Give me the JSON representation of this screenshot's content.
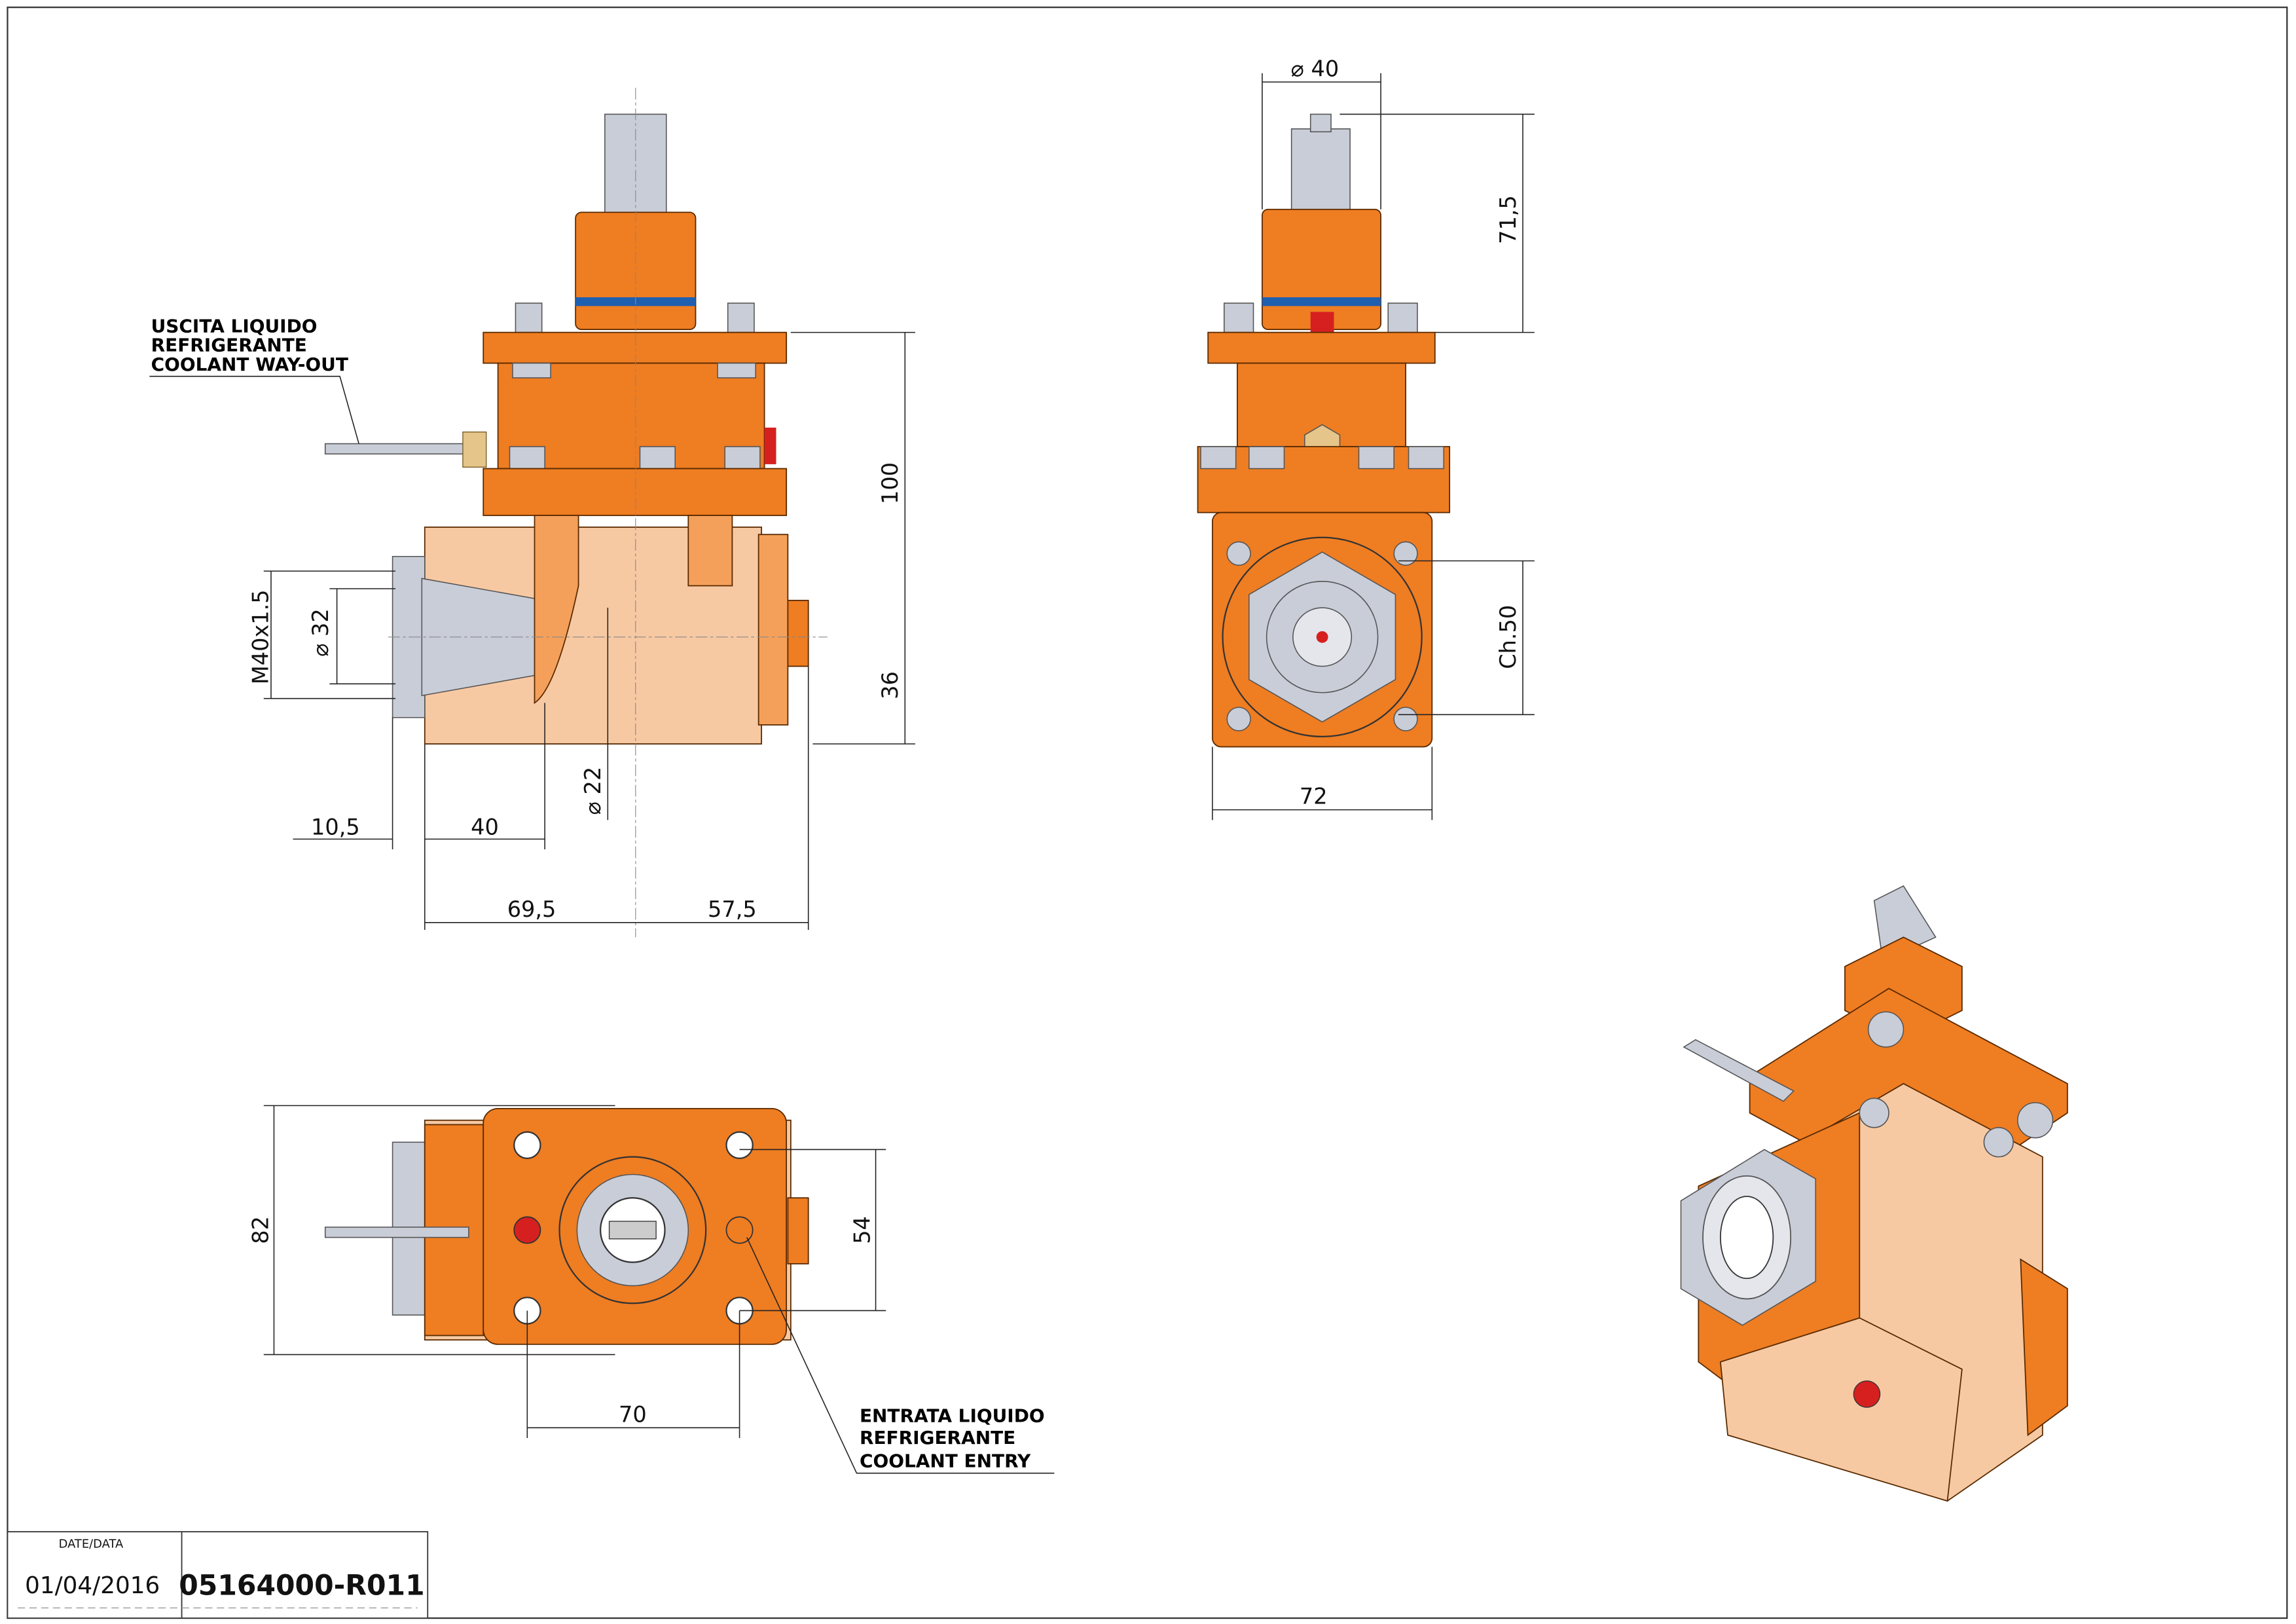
{
  "labels": {
    "coolant_out": [
      "USCITA LIQUIDO",
      "REFRIGERANTE",
      "COOLANT WAY-OUT"
    ],
    "coolant_in": [
      "ENTRATA LIQUIDO",
      "REFRIGERANTE",
      "COOLANT ENTRY"
    ]
  },
  "dimensions": {
    "front": {
      "height_flange": "100",
      "height_axis": "36",
      "thread": "M40x1.5",
      "dia_collet": "⌀ 32",
      "dia_bore": "⌀ 22",
      "offset_nose": "10,5",
      "nose_len": "40",
      "left_len": "69,5",
      "right_len": "57,5"
    },
    "side": {
      "dia_shaft": "⌀ 40",
      "shaft_len": "71,5",
      "hex": "Ch.50",
      "width": "72"
    },
    "bottom": {
      "depth": "82",
      "hole_spacing_v": "54",
      "hole_spacing_h": "70"
    }
  },
  "title_block": {
    "date_label": "DATE/DATA",
    "date": "01/04/2016",
    "part_number": "05164000-R011"
  },
  "colors": {
    "body": "#ef7d22",
    "body_light": "#f7c9a3",
    "steel": "#c9cdd8",
    "seal": "#1f5fb0"
  }
}
